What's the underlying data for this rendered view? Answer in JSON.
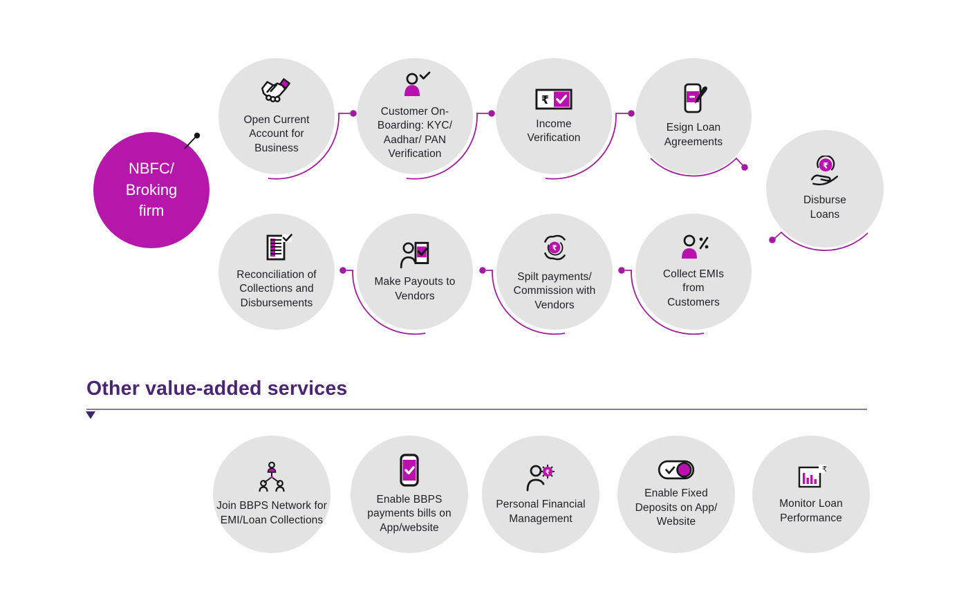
{
  "hub": {
    "label": "NBFC/ Broking firm",
    "color": "#b517ab"
  },
  "flow": {
    "nodes": [
      {
        "id": "open-current-account",
        "label": "Open Current Account for Business",
        "icon": "handshake-icon"
      },
      {
        "id": "customer-onboarding",
        "label": "Customer On-Boarding: KYC/ Aadhar/ PAN Verification",
        "icon": "person-check-icon"
      },
      {
        "id": "income-verification",
        "label": "Income Verification",
        "icon": "rupee-card-check-icon"
      },
      {
        "id": "esign-loan-agreements",
        "label": "Esign Loan Agreements",
        "icon": "phone-esign-icon"
      },
      {
        "id": "disburse-loans",
        "label": "Disburse Loans",
        "icon": "hand-rupee-coin-icon"
      },
      {
        "id": "collect-emis",
        "label": "Collect EMIs from Customers",
        "icon": "person-percent-icon"
      },
      {
        "id": "split-payments",
        "label": "Spilt payments/ Commission with Vendors",
        "icon": "hands-rupee-coin-icon"
      },
      {
        "id": "make-payouts",
        "label": "Make Payouts to Vendors",
        "icon": "person-phone-check-icon"
      },
      {
        "id": "reconciliation",
        "label": "Reconciliation of Collections and Disbursements",
        "icon": "document-check-icon"
      }
    ]
  },
  "services": {
    "heading": "Other value-added services",
    "nodes": [
      {
        "id": "join-bbps-network",
        "label": "Join BBPS Network for EMI/Loan Collections",
        "icon": "people-network-icon"
      },
      {
        "id": "enable-bbps-payments",
        "label": "Enable BBPS payments bills on App/website",
        "icon": "phone-check-icon"
      },
      {
        "id": "personal-financial-management",
        "label": "Personal Financial Management",
        "icon": "person-rupee-gear-icon"
      },
      {
        "id": "enable-fixed-deposits",
        "label": "Enable Fixed Deposits on App/ Website",
        "icon": "toggle-check-icon"
      },
      {
        "id": "monitor-loan-performance",
        "label": "Monitor Loan Performance",
        "icon": "chart-rupee-icon"
      }
    ]
  },
  "colors": {
    "magenta": "#b517ab",
    "icon_magenta": "#bb10b0",
    "connector": "#a21c9c",
    "heading_purple": "#4a2574",
    "circle_gray": "#e4e3e4",
    "text_dark": "#1f1f23"
  }
}
